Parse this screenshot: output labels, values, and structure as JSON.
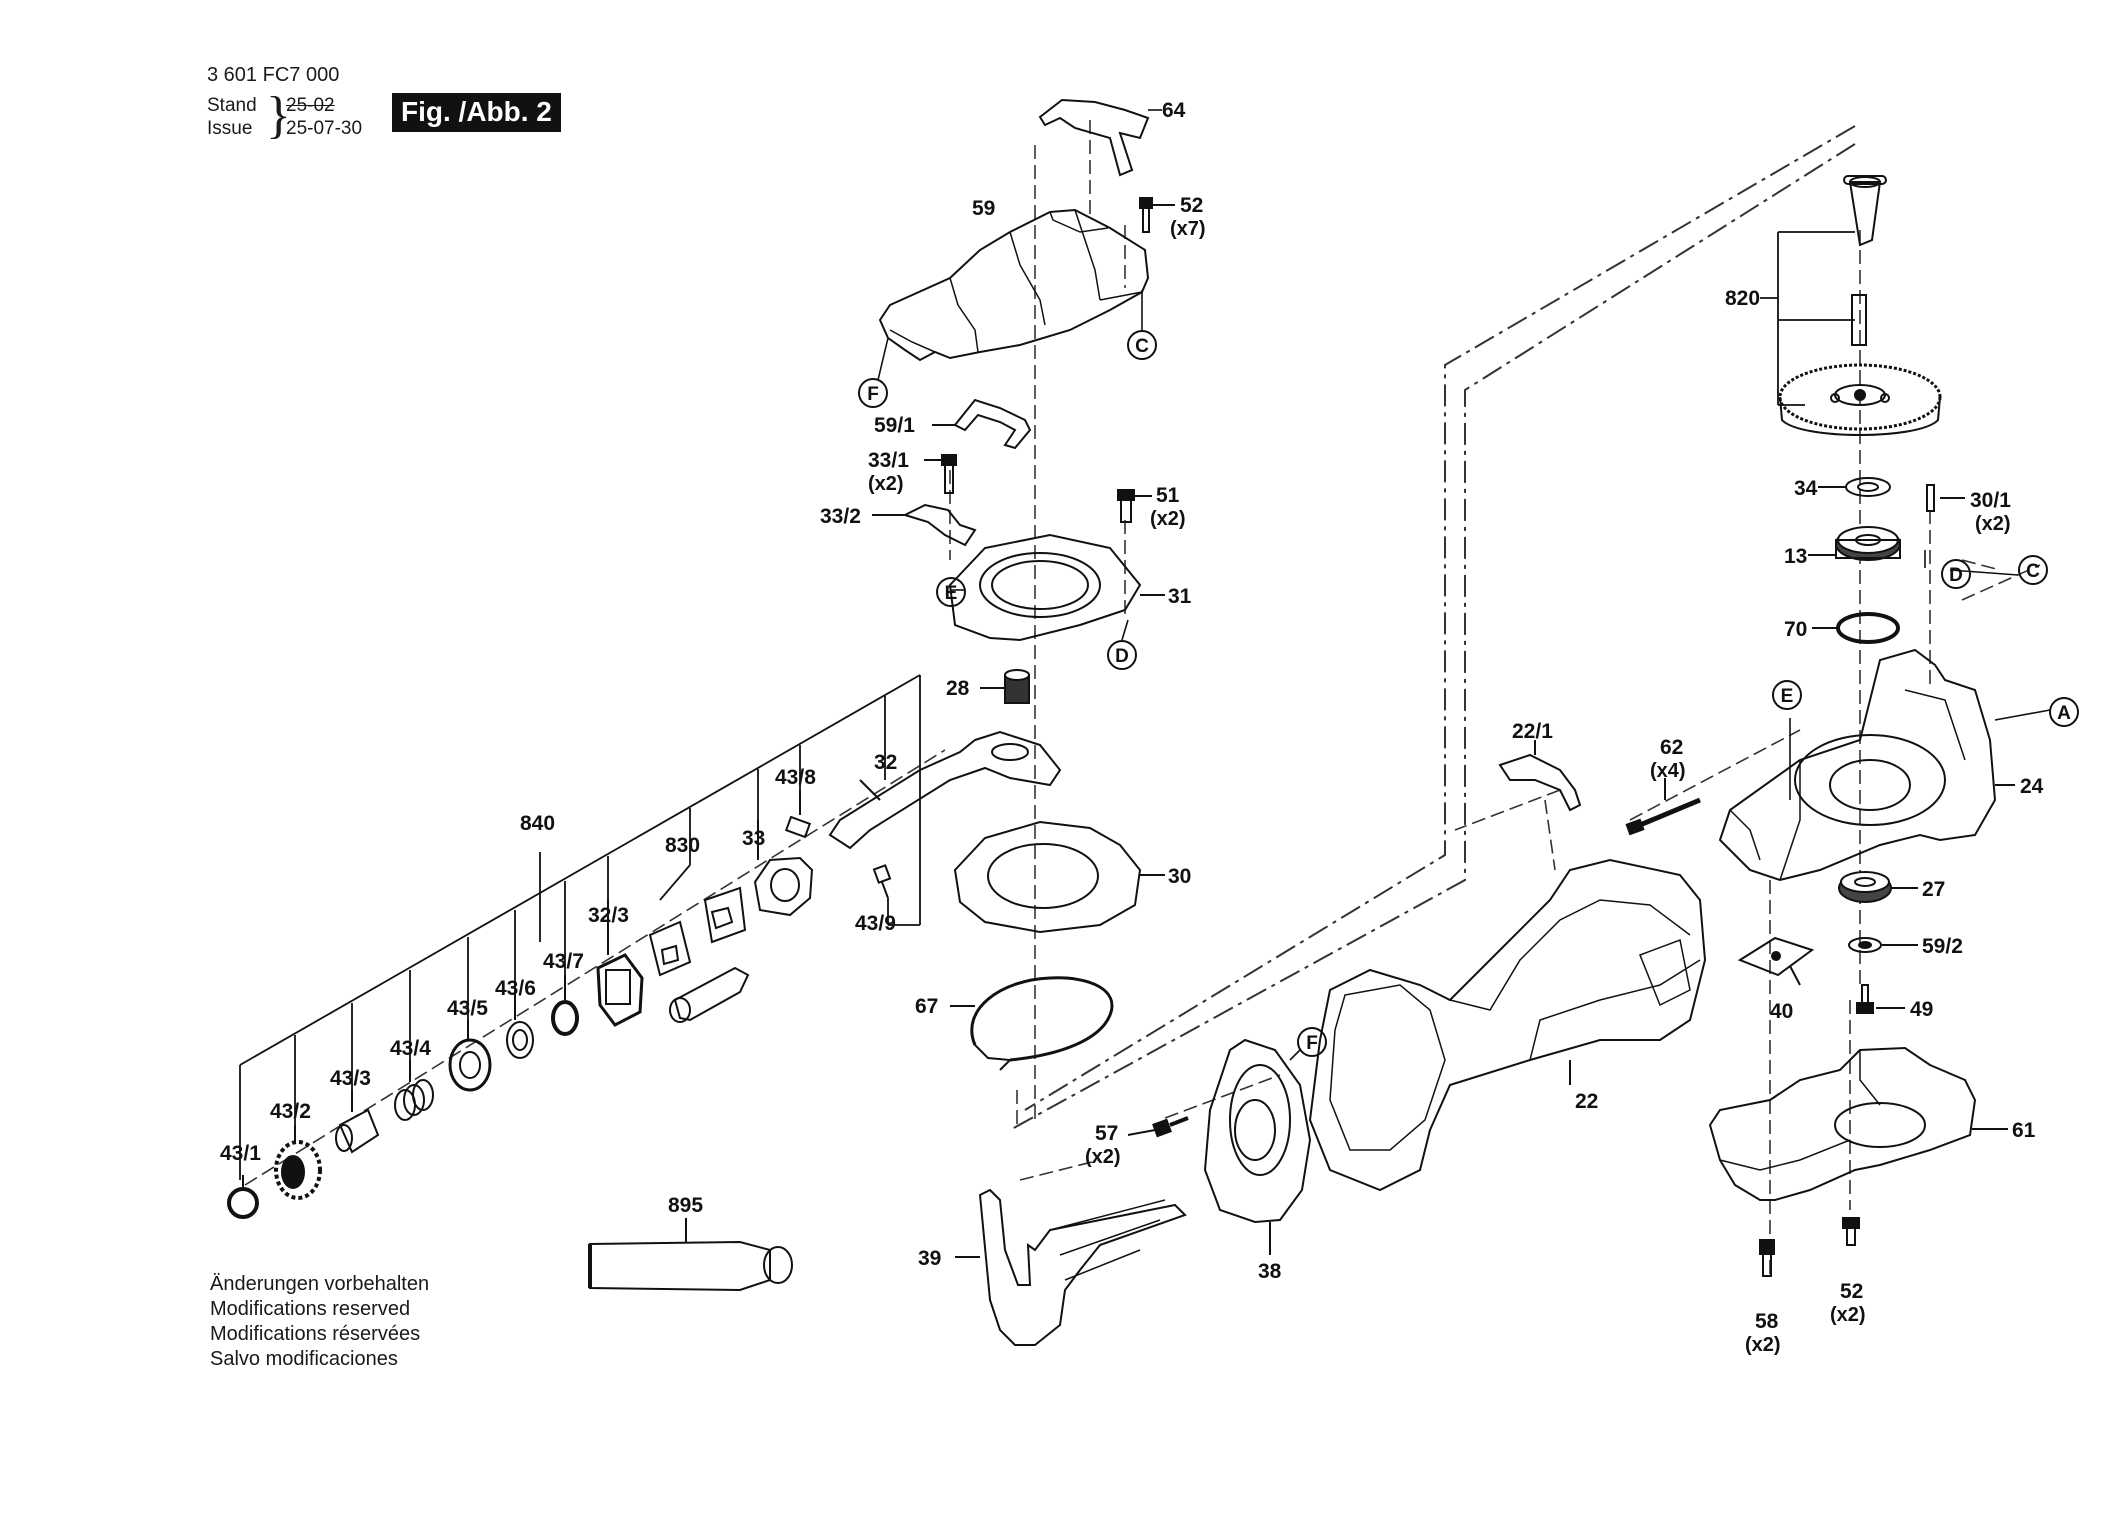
{
  "header": {
    "code": "3 601 FC7 000",
    "stand_label": "Stand",
    "issue_label": "Issue",
    "stand_date": "25-02",
    "issue_date": "25-07-30",
    "figure_title": "Fig. /Abb. 2"
  },
  "footer_notes": [
    "Änderungen vorbehalten",
    "Modifications reserved",
    "Modifications réservées",
    "Salvo modificaciones"
  ],
  "parts": {
    "p64": "64",
    "p59": "59",
    "p52_top": "52",
    "p52_top_mult": "(x7)",
    "p59_1": "59/1",
    "p33_1": "33/1",
    "p33_1_mult": "(x2)",
    "p33_2": "33/2",
    "p51": "51",
    "p51_mult": "(x2)",
    "p31": "31",
    "p28": "28",
    "p32": "32",
    "p43_8": "43/8",
    "p840": "840",
    "p830": "830",
    "p33": "33",
    "p43_9": "43/9",
    "p30": "30",
    "p67": "67",
    "p32_3": "32/3",
    "p43_7": "43/7",
    "p43_6": "43/6",
    "p43_5": "43/5",
    "p43_4": "43/4",
    "p43_3": "43/3",
    "p43_2": "43/2",
    "p43_1": "43/1",
    "p895": "895",
    "p820": "820",
    "p34": "34",
    "p30_1": "30/1",
    "p30_1_mult": "(x2)",
    "p13": "13",
    "p70": "70",
    "p22_1": "22/1",
    "p62": "62",
    "p62_mult": "(x4)",
    "p24": "24",
    "p27": "27",
    "p59_2": "59/2",
    "p40": "40",
    "p49": "49",
    "p22": "22",
    "p57": "57",
    "p57_mult": "(x2)",
    "p61": "61",
    "p39": "39",
    "p38": "38",
    "p58": "58",
    "p58_mult": "(x2)",
    "p52_bot": "52",
    "p52_bot_mult": "(x2)"
  },
  "ref_markers": {
    "c_top": "C",
    "f_top": "F",
    "e_plate": "E",
    "d_plate": "D",
    "d_right": "D",
    "c_right": "C",
    "e_right": "E",
    "a_right": "A",
    "f_mid": "F"
  },
  "icons": {
    "gear-housing": "gear-housing-icon",
    "motor-housing": "motor-housing-icon",
    "bevel-gear": "bevel-gear-icon",
    "grease-tube": "grease-tube-icon"
  }
}
